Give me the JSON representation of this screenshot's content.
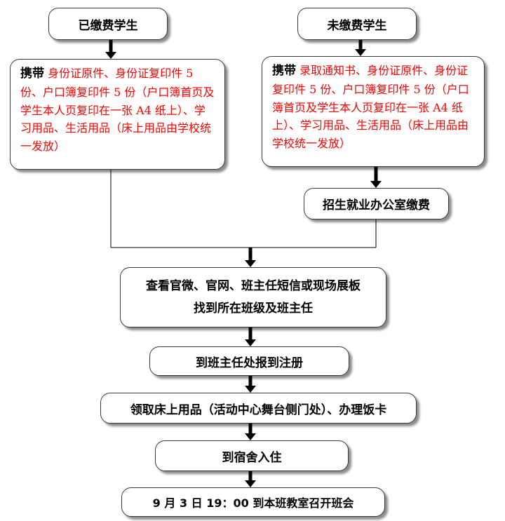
{
  "colors": {
    "line": "#000000",
    "text": "#000000",
    "highlight": "#ff0000",
    "border": "#3a3a3a"
  },
  "nodes": {
    "paid": "已缴费学生",
    "unpaid": "未缴费学生",
    "paid_docs": {
      "bold": "携带",
      "text": "身份证原件、身份证复印件 5 份、户口簿复印件 5 份（户口簿首页及学生本人页复印在一张 A4 纸上）、学习用品、生活用品（床上用品由学校统一发放）"
    },
    "unpaid_docs": {
      "bold": "携带",
      "text": "录取通知书、身份证原件、身份证复印件 5 份、户口簿复印件 5 份（户口簿首页及学生本人页复印在一张 A4 纸上）、学习用品、生活用品（床上用品由学校统一发放）"
    },
    "payment": "招生就业办公室缴费",
    "check_line1": "查看官微、官网、班主任短信或现场展板",
    "check_line2": "找到所在班级及班主任",
    "register": "到班主任处报到注册",
    "bedding": "领取床上用品（活动中心舞台侧门处）、办理饭卡",
    "dorm": "到宿舍入住",
    "meeting": "9 月 3 日 19：00 到本班教室召开班会"
  }
}
